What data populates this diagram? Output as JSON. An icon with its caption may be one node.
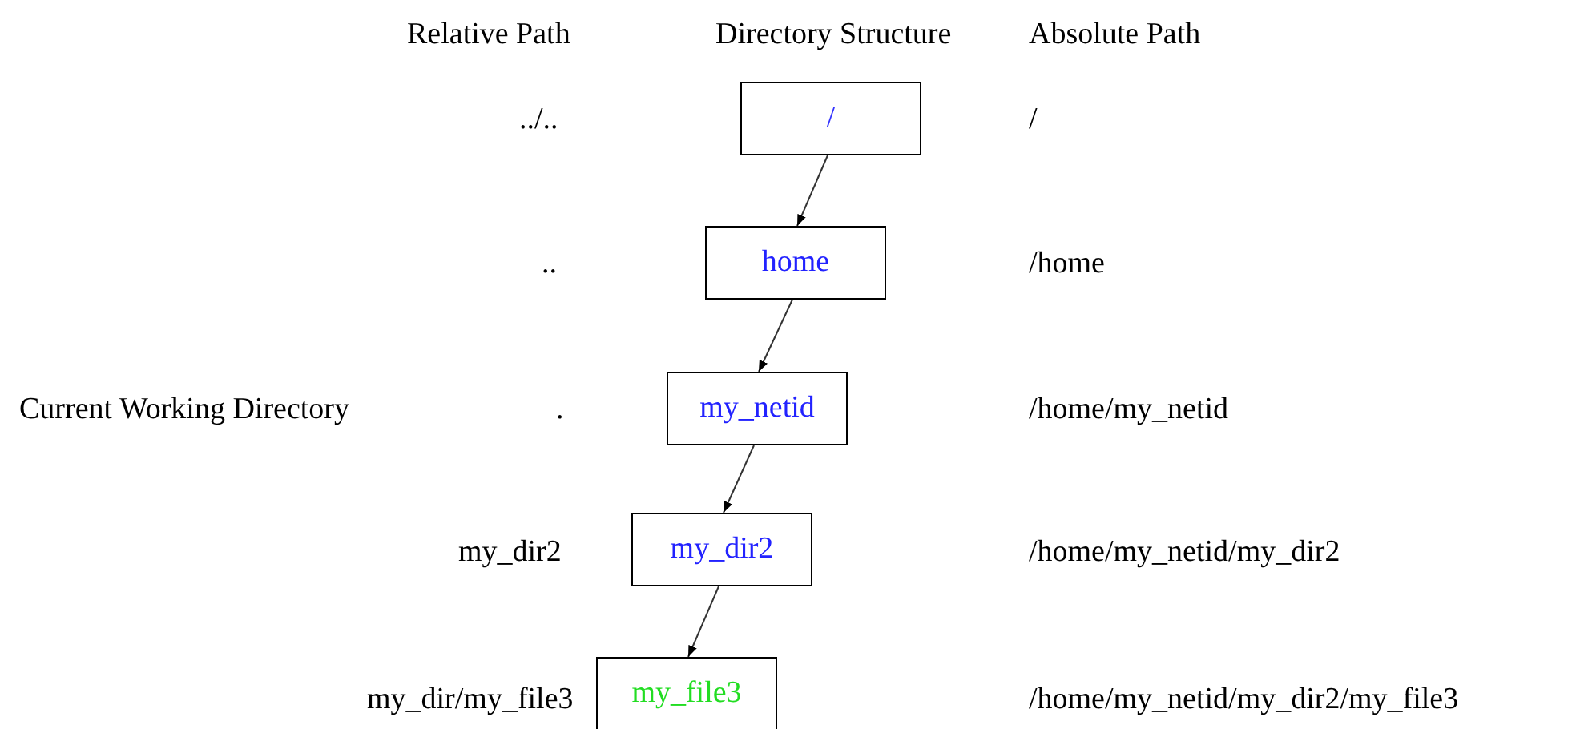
{
  "diagram": {
    "nodes": [
      {
        "text": [
          "/"
        ]
      },
      {
        "text": [
          "home"
        ]
      },
      {
        "text": [
          "my_netid"
        ]
      },
      {
        "text": [
          "my_dir2"
        ]
      },
      {
        "text": [
          "my_file3"
        ]
      }
    ],
    "edges": [
      {
        "from": 0,
        "to": 1,
        "arrow": "to"
      },
      {
        "from": 1,
        "to": 2,
        "arrow": "to"
      },
      {
        "from": 2,
        "to": 3,
        "arrow": "to"
      },
      {
        "from": 3,
        "to": 4,
        "arrow": "to"
      }
    ],
    "labels": [
      "Relative Path",
      "Directory Structure",
      "Absolute Path",
      "../..",
      "/",
      "..",
      "/home",
      "Current Working Directory",
      ".",
      "/home/my_netid",
      "my_dir2",
      "/home/my_netid/my_dir2",
      "my_dir/my_file3",
      "/home/my_netid/my_dir2/my_file3"
    ]
  }
}
